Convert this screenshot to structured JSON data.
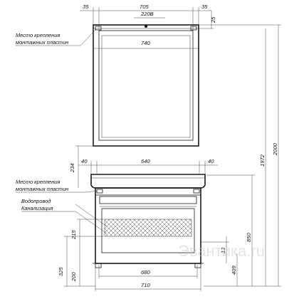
{
  "top_dims": {
    "left_margin": "35",
    "width": "705",
    "right_margin": "35",
    "socket": "220В",
    "top_offset": "25",
    "inner_width": "740"
  },
  "mid_dims": {
    "left": "40",
    "width": "640",
    "right": "40",
    "depth": "234"
  },
  "bottom_dims": {
    "inner": "680",
    "outer": "710",
    "h325": "325",
    "h200": "200",
    "h215": "215",
    "h13": "13",
    "h850": "850",
    "h409": "409"
  },
  "height_dims": {
    "h1972": "1972",
    "h2000": "2000"
  },
  "notes": {
    "mount_top_1": "Место крепления",
    "mount_top_2": "монтажных пластин",
    "mount_mid_1": "Место крепления",
    "mount_mid_2": "монтажных пластин",
    "water": "Водопровод",
    "sewer": "Канализация"
  },
  "watermark": "Эвантика.ru"
}
